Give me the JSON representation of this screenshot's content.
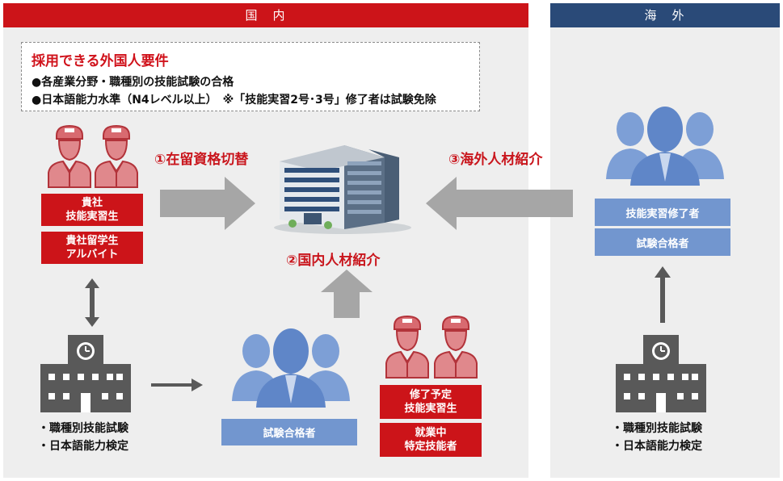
{
  "sections": {
    "domestic": "国　内",
    "overseas": "海　外"
  },
  "requirements": {
    "title": "採用できる外国人要件",
    "line1": "●各産業分野・職種別の技能試験の合格",
    "line2": "●日本語能力水準（N4レベル以上）　※「技能実習2号･3号」修了者は試験免除"
  },
  "domestic_left": {
    "box1": [
      "貴社",
      "技能実習生"
    ],
    "box2": [
      "貴社留学生",
      "アルバイト"
    ]
  },
  "routes": {
    "route1": "①在留資格切替",
    "route2": "②国内人材紹介",
    "route3": "③海外人材紹介"
  },
  "school_left_bullets": [
    "・職種別技能試験",
    "・日本語能力検定"
  ],
  "center_group_box": "試験合格者",
  "bottom_right_domestic": {
    "box1": [
      "修了予定",
      "技能実習生"
    ],
    "box2": [
      "就業中",
      "特定技能者"
    ]
  },
  "overseas_boxes": [
    "技能実習修了者",
    "試験合格者"
  ],
  "school_right_bullets": [
    "・職種別技能試験",
    "・日本語能力検定"
  ],
  "colors": {
    "red": "#cc1419",
    "navy": "#2a4a78",
    "blue": "#7296cf",
    "gray": "#8a8a8a",
    "dark_gray": "#555555"
  }
}
